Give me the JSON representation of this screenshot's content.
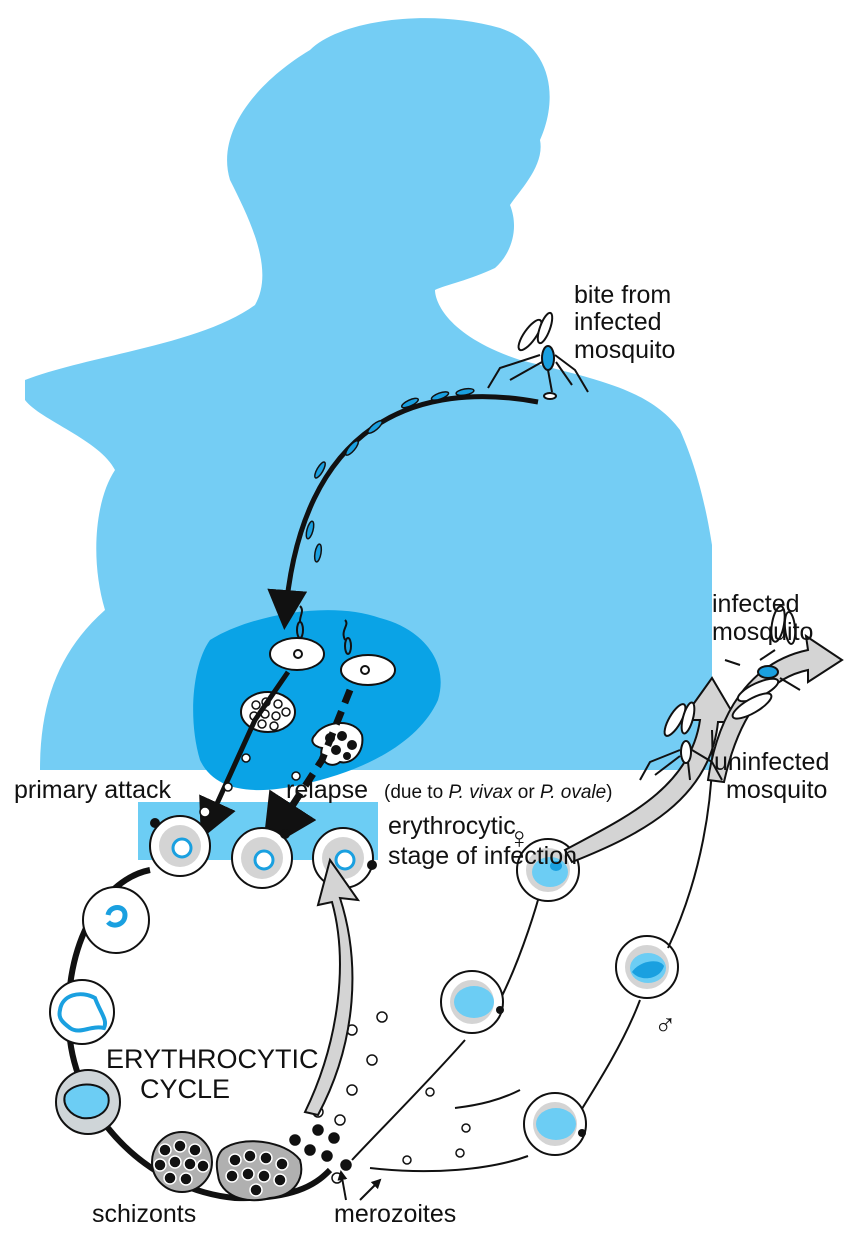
{
  "labels": {
    "bite_line1": "bite from",
    "bite_line2": "infected",
    "bite_line3": "mosquito",
    "infected_line1": "infected",
    "infected_line2": "mosquito",
    "uninfected_line1": "uninfected",
    "uninfected_line2": "mosquito",
    "primary_attack": "primary attack",
    "relapse": "relapse",
    "relapse_note_open": "(due to ",
    "relapse_note_species1": "P. vivax",
    "relapse_note_or": " or ",
    "relapse_note_species2": "P. ovale",
    "relapse_note_close": ")",
    "erythrocytic_line1": "erythrocytic",
    "erythrocytic_line2": "stage of infection",
    "cycle_line1": "ERYTHROCYTIC",
    "cycle_line2": "CYCLE",
    "schizonts": "schizonts",
    "merozoites": "merozoites",
    "female_symbol": "♀",
    "male_symbol": "♂"
  },
  "colors": {
    "body": "#74cdf4",
    "liver": "#0aa3e6",
    "rbc_band": "#6ccdf4",
    "cell_grey": "#d4d4d4",
    "parasite": "#1aa0e0",
    "ink": "#111111"
  }
}
